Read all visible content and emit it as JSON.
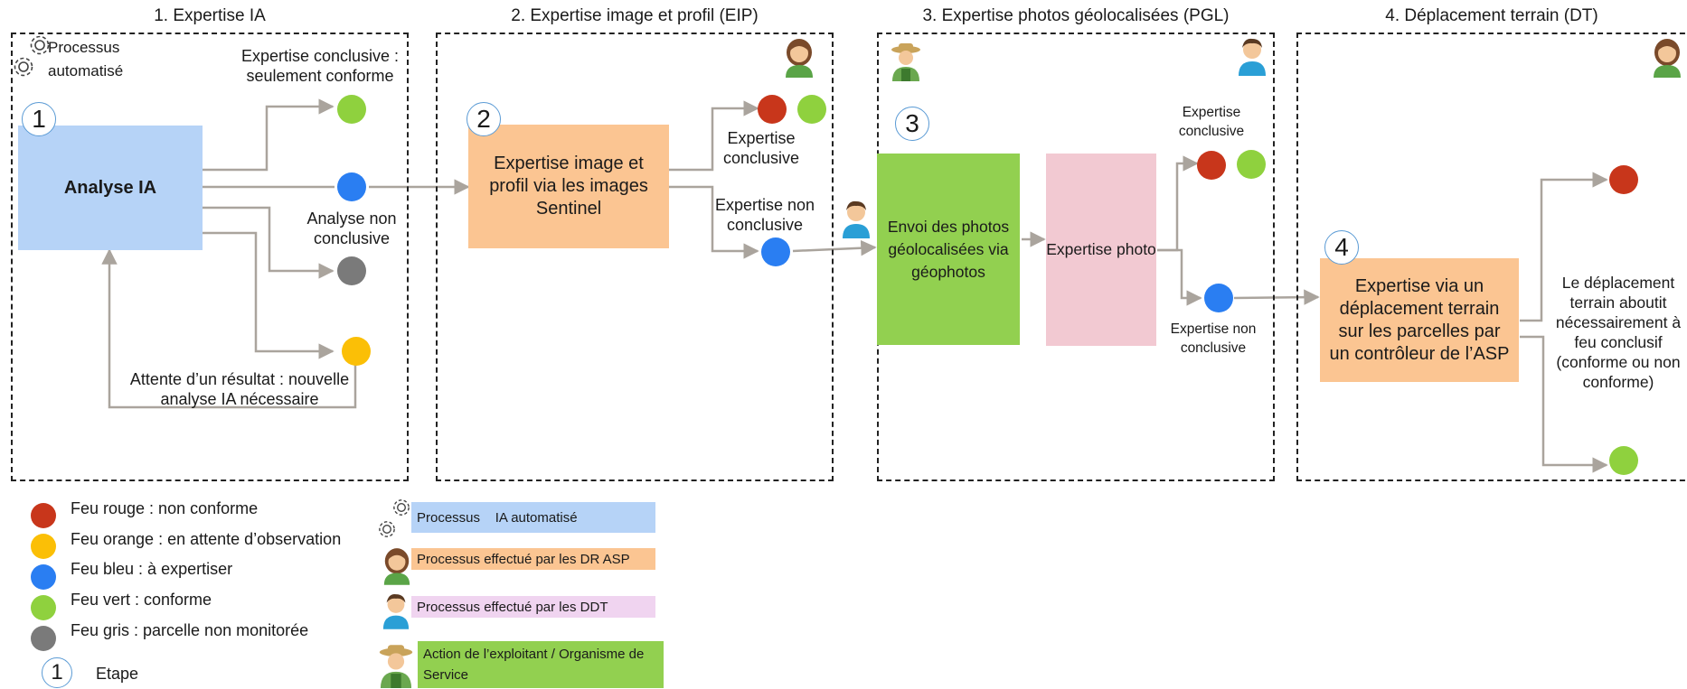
{
  "sections": {
    "s1": "1. Expertise IA",
    "s2": "2. Expertise image et profil (EIP)",
    "s3": "3. Expertise photos géolocalisées (PGL)",
    "s4": "4. Déplacement terrain (DT)"
  },
  "steps": [
    "1",
    "2",
    "3",
    "4"
  ],
  "labels": {
    "processus_auto": "Processus automatisé",
    "analyse_ia": "Analyse IA",
    "conclusive_conforme": "Expertise conclusive : seulement conforme",
    "analyse_non_conclusive": "Analyse non conclusive",
    "attente": "Attente d’un résultat : nouvelle analyse IA nécessaire",
    "eip_box": "Expertise image et profil via les images Sentinel",
    "eip_conclusive": "Expertise conclusive",
    "eip_non_conclusive": "Expertise non conclusive",
    "envoi_photos": "Envoi des photos géolocalisées via géophotos",
    "expertise_photo": "Expertise photo",
    "pgl_conclusive": "Expertise conclusive",
    "pgl_non_conclusive": "Expertise non conclusive",
    "dt_box": "Expertise via un déplacement terrain sur les parcelles par un contrôleur de l’ASP",
    "dt_result": "Le déplacement terrain aboutit nécessairement à feu conclusif (conforme ou non conforme)"
  },
  "legend": {
    "red": "Feu rouge : non conforme",
    "orange": "Feu orange : en attente d’observation",
    "blue": "Feu bleu : à expertiser",
    "green": "Feu vert : conforme",
    "gray": "Feu gris : parcelle non monitorée",
    "step_num": "1",
    "step": "Etape",
    "proc_ia": "Processus    IA automatisé",
    "proc_dr": "Processus effectué par les DR ASP",
    "proc_ddt": "Processus effectué par les DDT",
    "action": "Action de l’exploitant / Organisme de Service"
  },
  "colors": {
    "red": "#c8361b",
    "orange": "#fbbf06",
    "blue": "#2a7ef2",
    "green": "#8fd13e",
    "gray": "#7a7a7a",
    "ia_box": "#b6d3f7",
    "asp_box": "#fbc592",
    "ddt_box": "#f2c9d2",
    "farmer_box": "#92d050",
    "arrow": "#aaa49d"
  },
  "icons": [
    "gear-icon",
    "woman-officer-icon",
    "man-officer-icon",
    "farmer-icon"
  ]
}
